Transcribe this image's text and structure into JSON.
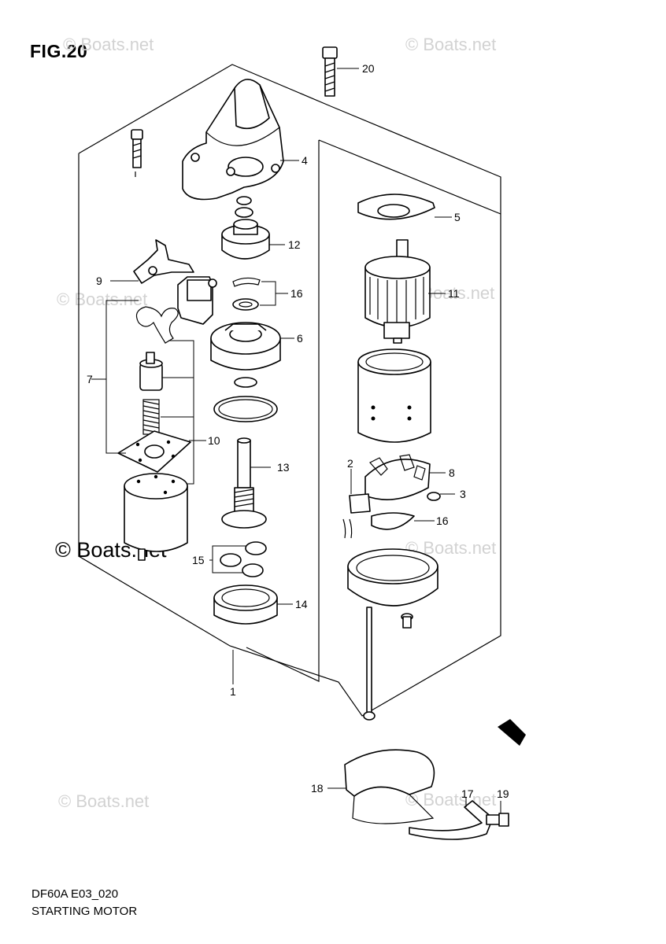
{
  "figure": {
    "title": "FIG.20",
    "code": "DF60A E03_020",
    "name": "STARTING MOTOR"
  },
  "watermark": {
    "text": "© Boats.net"
  },
  "callouts": {
    "c1": "1",
    "c2": "2",
    "c3": "3",
    "c4": "4",
    "c5": "5",
    "c6": "6",
    "c7": "7",
    "c8": "8",
    "c9": "9",
    "c10": "10",
    "c11": "11",
    "c12": "12",
    "c13": "13",
    "c14": "14",
    "c15": "15",
    "c16a": "16",
    "c16b": "16",
    "c17": "17",
    "c18": "18",
    "c19": "19",
    "c20": "20"
  }
}
